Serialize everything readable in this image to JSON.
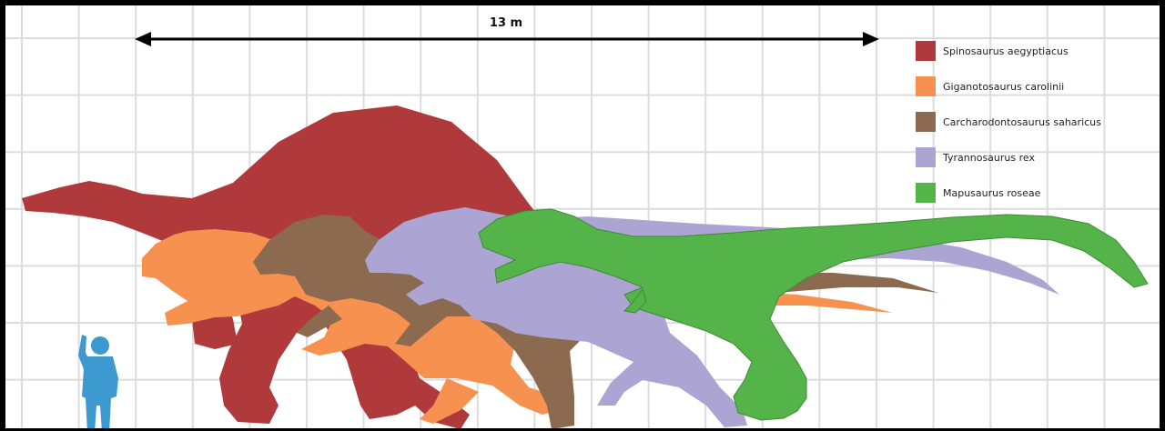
{
  "scale_label": "13 m",
  "colors": {
    "grid": "#dcdcdc",
    "human": "#3d9ad1",
    "arrow": "#000000",
    "background": "#ffffff"
  },
  "legend": [
    {
      "label": "Spinosaurus aegyptiacus",
      "color": "#b0393b"
    },
    {
      "label": "Giganotosaurus carolinii",
      "color": "#f79150"
    },
    {
      "label": "Carcharodontosaurus saharicus",
      "color": "#8c6a4f"
    },
    {
      "label": "Tyrannosaurus rex",
      "color": "#aca4d2"
    },
    {
      "label": "Mapusaurus roseae",
      "color": "#54b44a"
    }
  ]
}
